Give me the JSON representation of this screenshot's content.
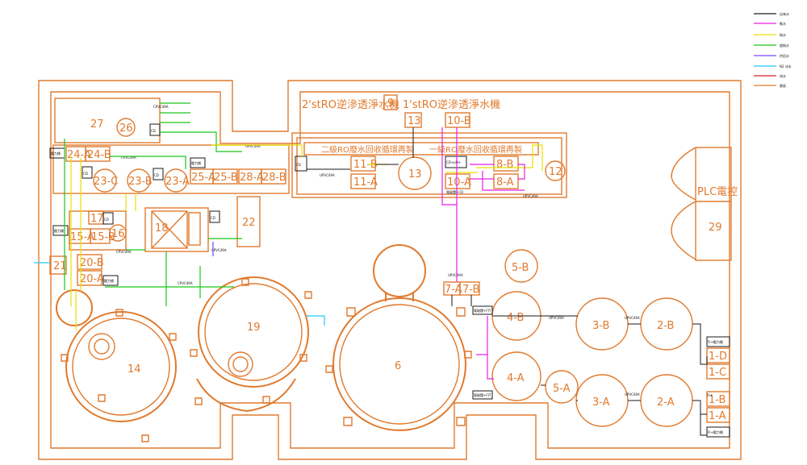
{
  "legend": [
    {
      "label": "自來水",
      "color": "#1a1a1a"
    },
    {
      "label": "軟水",
      "color": "#e81ee8"
    },
    {
      "label": "純水",
      "color": "#e8e000"
    },
    {
      "label": "超純水",
      "color": "#19c619"
    },
    {
      "label": "供回水",
      "color": "#7a44ff"
    },
    {
      "label": "N2  冰水",
      "color": "#22c8ff"
    },
    {
      "label": "排水",
      "color": "#d42020"
    },
    {
      "label": "廢氣",
      "color": "#e07a2e"
    }
  ],
  "equipment": {
    "ro2_title": "2'stRO逆滲透淨水機",
    "ro1_title": "1'stRO逆滲透淨水機",
    "eq9": "9",
    "reclaim2": "二級RO廢水回收循環再製",
    "reclaim1": "一級RO廢水回收循環再製",
    "eq27": "27",
    "eq26": "26",
    "eq24a": "24-A",
    "eq24b": "24-B",
    "eq23c": "23-C",
    "eq23b": "23-B",
    "eq23a": "23-A",
    "eq25a": "25-A",
    "eq25b": "25-B",
    "eq28a": "28-A",
    "eq28b": "28-B",
    "eq17": "17",
    "eq18": "18",
    "eq22": "22",
    "eq15a": "15-A",
    "eq15b": "15-B",
    "eq16": "16",
    "eq21": "21",
    "eq20b": "20-B",
    "eq20a": "20-A",
    "eq14": "14",
    "eq19": "19",
    "eq6": "6",
    "eq13": "13",
    "eq13b": "13",
    "eq11b": "11-B",
    "eq11a": "11-A",
    "eq10b": "10-B",
    "eq10a": "10-A",
    "eq8b": "8-B",
    "eq8a": "8-A",
    "eq12": "12",
    "eq7a": "7-A",
    "eq7b": "7-B",
    "eq5b": "5-B",
    "eq5a": "5-A",
    "eq4b": "4-B",
    "eq4a": "4-A",
    "eq3b": "3-B",
    "eq3a": "3-A",
    "eq2b": "2-B",
    "eq2a": "2-A",
    "eq1d": "1-D",
    "eq1c": "1-C",
    "eq1b": "1-B",
    "eq1a": "1-A",
    "plc": "PLC電控",
    "eq29": "29"
  },
  "tags": {
    "cd": "CD",
    "upvc": "UPVC49A",
    "cpvc": "CPVC49A",
    "pressure": "壓力桶",
    "fi_pressure": "FI+壓力桶",
    "fi": "FI+",
    "cd_ph": "CD+pH+",
    "flow_cd": "電磁閥+CD",
    "flow_fit": "電磁閥+FIT"
  }
}
